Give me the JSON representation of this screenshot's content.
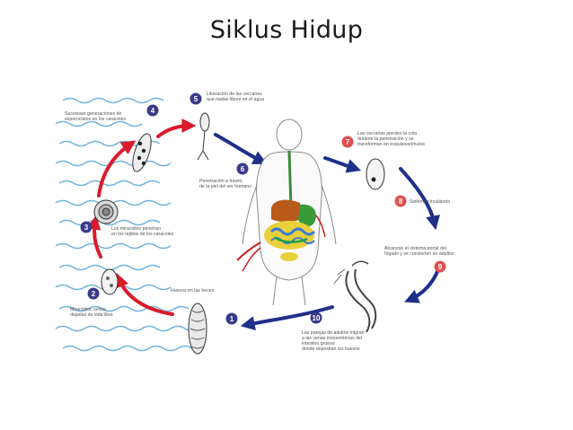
{
  "title": "Siklus Hidup",
  "colors": {
    "red_arrow": "#d91a2a",
    "blue_arrow": "#1f2f8a",
    "water": "#5aa7d8",
    "marker_dark": "#3a3a8a",
    "marker_red": "#e05050"
  },
  "stages": [
    {
      "number": "1",
      "caption": [
        "Huevos en las heces"
      ]
    },
    {
      "number": "2",
      "caption": [
        "Miracidios: sevas",
        "dejadas de vida libre"
      ]
    },
    {
      "number": "3",
      "caption": [
        "Los miracidios penetran",
        "en los tejidos de los caracoles"
      ]
    },
    {
      "number": "4",
      "caption": [
        "Sucesivas generaciones de",
        "esporocistos en los caracoles"
      ]
    },
    {
      "number": "5",
      "caption": [
        "Liberación de las cercarias",
        "que nadan libres en el agua"
      ]
    },
    {
      "number": "6",
      "caption": [
        "Penetración a través",
        "de la piel del ser humano"
      ]
    },
    {
      "number": "7",
      "caption": [
        "Las cercarias pierden la cola",
        "durante la penetración y se",
        "transforman en esquistosómulos"
      ]
    },
    {
      "number": "8",
      "caption": [
        "Sistema circulatorio"
      ]
    },
    {
      "number": "9",
      "caption": [
        "Alcanzan el sistema portal del",
        "hígado y se convierten en adultos"
      ]
    },
    {
      "number": "10",
      "caption": [
        "Las parejas de adultos migran",
        "a las venas mesentéricas del",
        "intestino grueso",
        "donde depositan los huevos"
      ]
    }
  ]
}
